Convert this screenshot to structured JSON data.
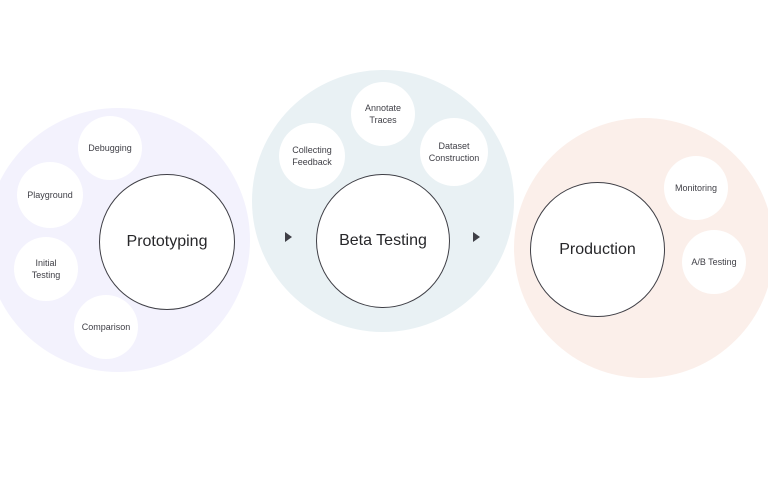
{
  "stages": {
    "prototyping": {
      "title": "Prototyping",
      "activities": {
        "debugging": "Debugging",
        "playground": "Playground",
        "initial_testing": "Initial\nTesting",
        "comparison": "Comparison"
      }
    },
    "beta_testing": {
      "title": "Beta Testing",
      "activities": {
        "annotate_traces": "Annotate\nTraces",
        "collecting_feedback": "Collecting\nFeedback",
        "dataset_construction": "Dataset\nConstruction"
      }
    },
    "production": {
      "title": "Production",
      "activities": {
        "monitoring": "Monitoring",
        "ab_testing": "A/B Testing"
      }
    }
  },
  "colors": {
    "prototyping_bg": "#f3f2fd",
    "beta_testing_bg": "#e9f1f4",
    "production_bg": "#fbefea",
    "outline": "#3f3f46",
    "text": "#27272a"
  },
  "icons": {
    "flow_arrow": "right-triangle-arrow"
  }
}
